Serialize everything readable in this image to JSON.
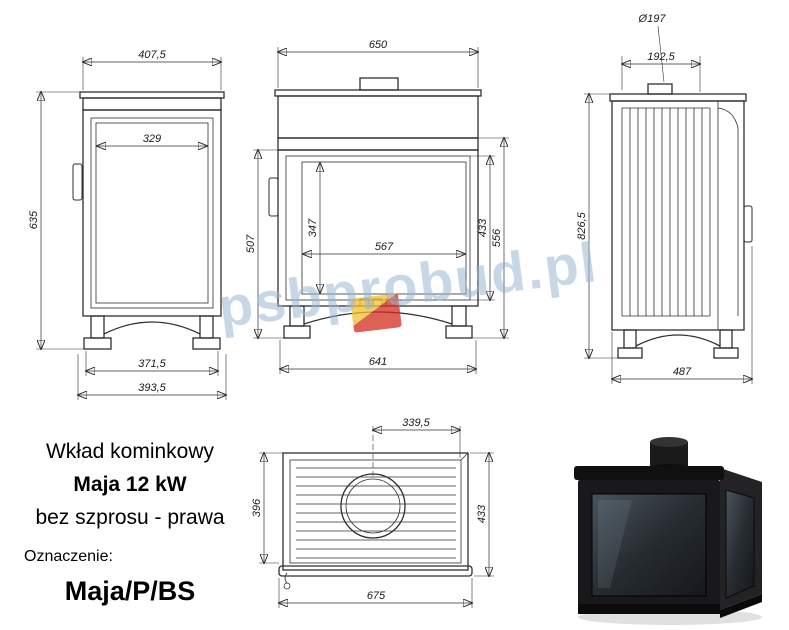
{
  "product": {
    "type_line": "Wkład kominkowy",
    "model_line": "Maja 12 kW",
    "variant_line": "bez szprosu - prawa",
    "designation_label": "Oznaczenie:",
    "designation_code": "Maja/P/BS"
  },
  "watermark": {
    "text": "psbprobud.pl",
    "color": "#9ab7d1",
    "logo_colors": [
      "#d42b1e",
      "#f0c02e"
    ]
  },
  "dims": {
    "side_view": {
      "top_width": "407,5",
      "inner_width": "329",
      "height": "635",
      "feet_width": "371,5",
      "overall_width": "393,5"
    },
    "front_view": {
      "top_width": "650",
      "left_height": "507",
      "glass_height": "347",
      "glass_width": "567",
      "door_height": "433",
      "body_height": "556",
      "bottom_width": "641"
    },
    "rear_view": {
      "flue_diameter": "Ø197",
      "flue_offset": "192,5",
      "total_height": "826,5",
      "bottom_width": "487"
    },
    "top_view": {
      "flue_offset": "339,5",
      "inner_depth": "396",
      "overall_depth": "433",
      "bottom_width": "675"
    }
  }
}
